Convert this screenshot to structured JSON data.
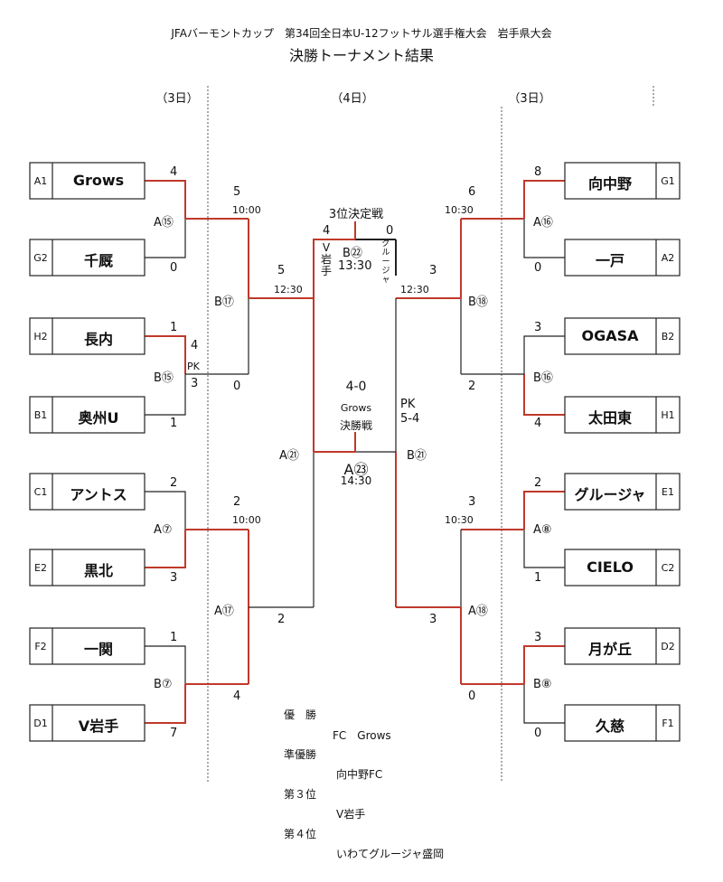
{
  "header": {
    "line1": "JFAバーモントカップ　第34回全日本U-12フットサル選手権大会　岩手県大会",
    "line2": "決勝トーナメント結果"
  },
  "days": {
    "left": "（3日）",
    "center": "（4日）",
    "right": "（3日）"
  },
  "left_teams": [
    {
      "code": "A1",
      "name": "Grows"
    },
    {
      "code": "G2",
      "name": "千厩"
    },
    {
      "code": "H2",
      "name": "長内"
    },
    {
      "code": "B1",
      "name": "奥州U"
    },
    {
      "code": "C1",
      "name": "アントス"
    },
    {
      "code": "E2",
      "name": "黒北"
    },
    {
      "code": "F2",
      "name": "一関"
    },
    {
      "code": "D1",
      "name": "V岩手"
    }
  ],
  "right_teams": [
    {
      "code": "G1",
      "name": "向中野"
    },
    {
      "code": "A2",
      "name": "一戸"
    },
    {
      "code": "B2",
      "name": "OGASA"
    },
    {
      "code": "H1",
      "name": "太田東"
    },
    {
      "code": "E1",
      "name": "グルージャ"
    },
    {
      "code": "C2",
      "name": "CIELO"
    },
    {
      "code": "D2",
      "name": "月が丘"
    },
    {
      "code": "F1",
      "name": "久慈"
    }
  ],
  "left_scores": {
    "r1": [
      "4",
      "0",
      "1",
      "3",
      "2",
      "3",
      "1",
      "7"
    ],
    "pk_a": "4",
    "pk_label": "PK",
    "r2": [
      "5",
      "0",
      "2",
      "4"
    ],
    "sf": [
      "5",
      "2"
    ]
  },
  "right_scores": {
    "r1": [
      "8",
      "0",
      "3",
      "4",
      "2",
      "1",
      "3",
      "0"
    ],
    "r2": [
      "6",
      "2",
      "3",
      "0"
    ],
    "sf": [
      "3",
      "3"
    ]
  },
  "left_matches": {
    "a15": "A⑮",
    "b15": "B⑮",
    "a7": "A⑦",
    "b7": "B⑦",
    "b17": "B⑰",
    "a17": "A⑰",
    "a21": "A㉑",
    "t1": "10:00",
    "t2": "10:00",
    "t3": "12:30"
  },
  "right_matches": {
    "a16": "A⑯",
    "b16": "B⑯",
    "a8": "A⑧",
    "b8": "B⑧",
    "b18": "B⑱",
    "a18": "A⑱",
    "b21": "B㉑",
    "t1": "10:30",
    "t2": "10:30",
    "t3": "12:30"
  },
  "third_place": {
    "title": "3位決定戦",
    "left_score": "4",
    "right_score": "0",
    "left_team_chars": [
      "V",
      "岩",
      "手"
    ],
    "right_team_chars": [
      "グ",
      "ル",
      "ー",
      "ジ",
      "ャ"
    ],
    "match": "B㉒",
    "time": "13:30"
  },
  "final": {
    "score": "4-0",
    "team": "Grows",
    "label": "決勝戦",
    "pk": "PK",
    "pk_score": "5-4",
    "match": "A㉓",
    "time": "14:30"
  },
  "results": [
    {
      "rank": "優　勝",
      "team": "FC　Grows"
    },
    {
      "rank": "準優勝",
      "team": "向中野FC"
    },
    {
      "rank": "第３位",
      "team": "V岩手"
    },
    {
      "rank": "第４位",
      "team": "いわてグルージャ盛岡"
    }
  ],
  "colors": {
    "winner_line": "#c0392b",
    "line": "#222222",
    "divider": "#555555"
  }
}
